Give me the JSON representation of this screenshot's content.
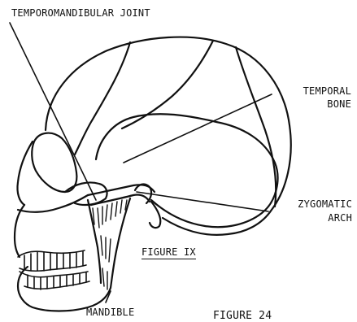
{
  "labels": {
    "tmj": "TEMPOROMANDIBULAR JOINT",
    "temporal_line1": "TEMPORAL",
    "temporal_line2": "BONE",
    "zygomatic_line1": "ZYGOMATIC",
    "zygomatic_line2": "ARCH",
    "figure_ix": "FIGURE IX",
    "mandible": "MANDIBLE",
    "figure_caption": "FIGURE 24"
  },
  "colors": {
    "ink": "#111111",
    "paper": "#ffffff"
  }
}
